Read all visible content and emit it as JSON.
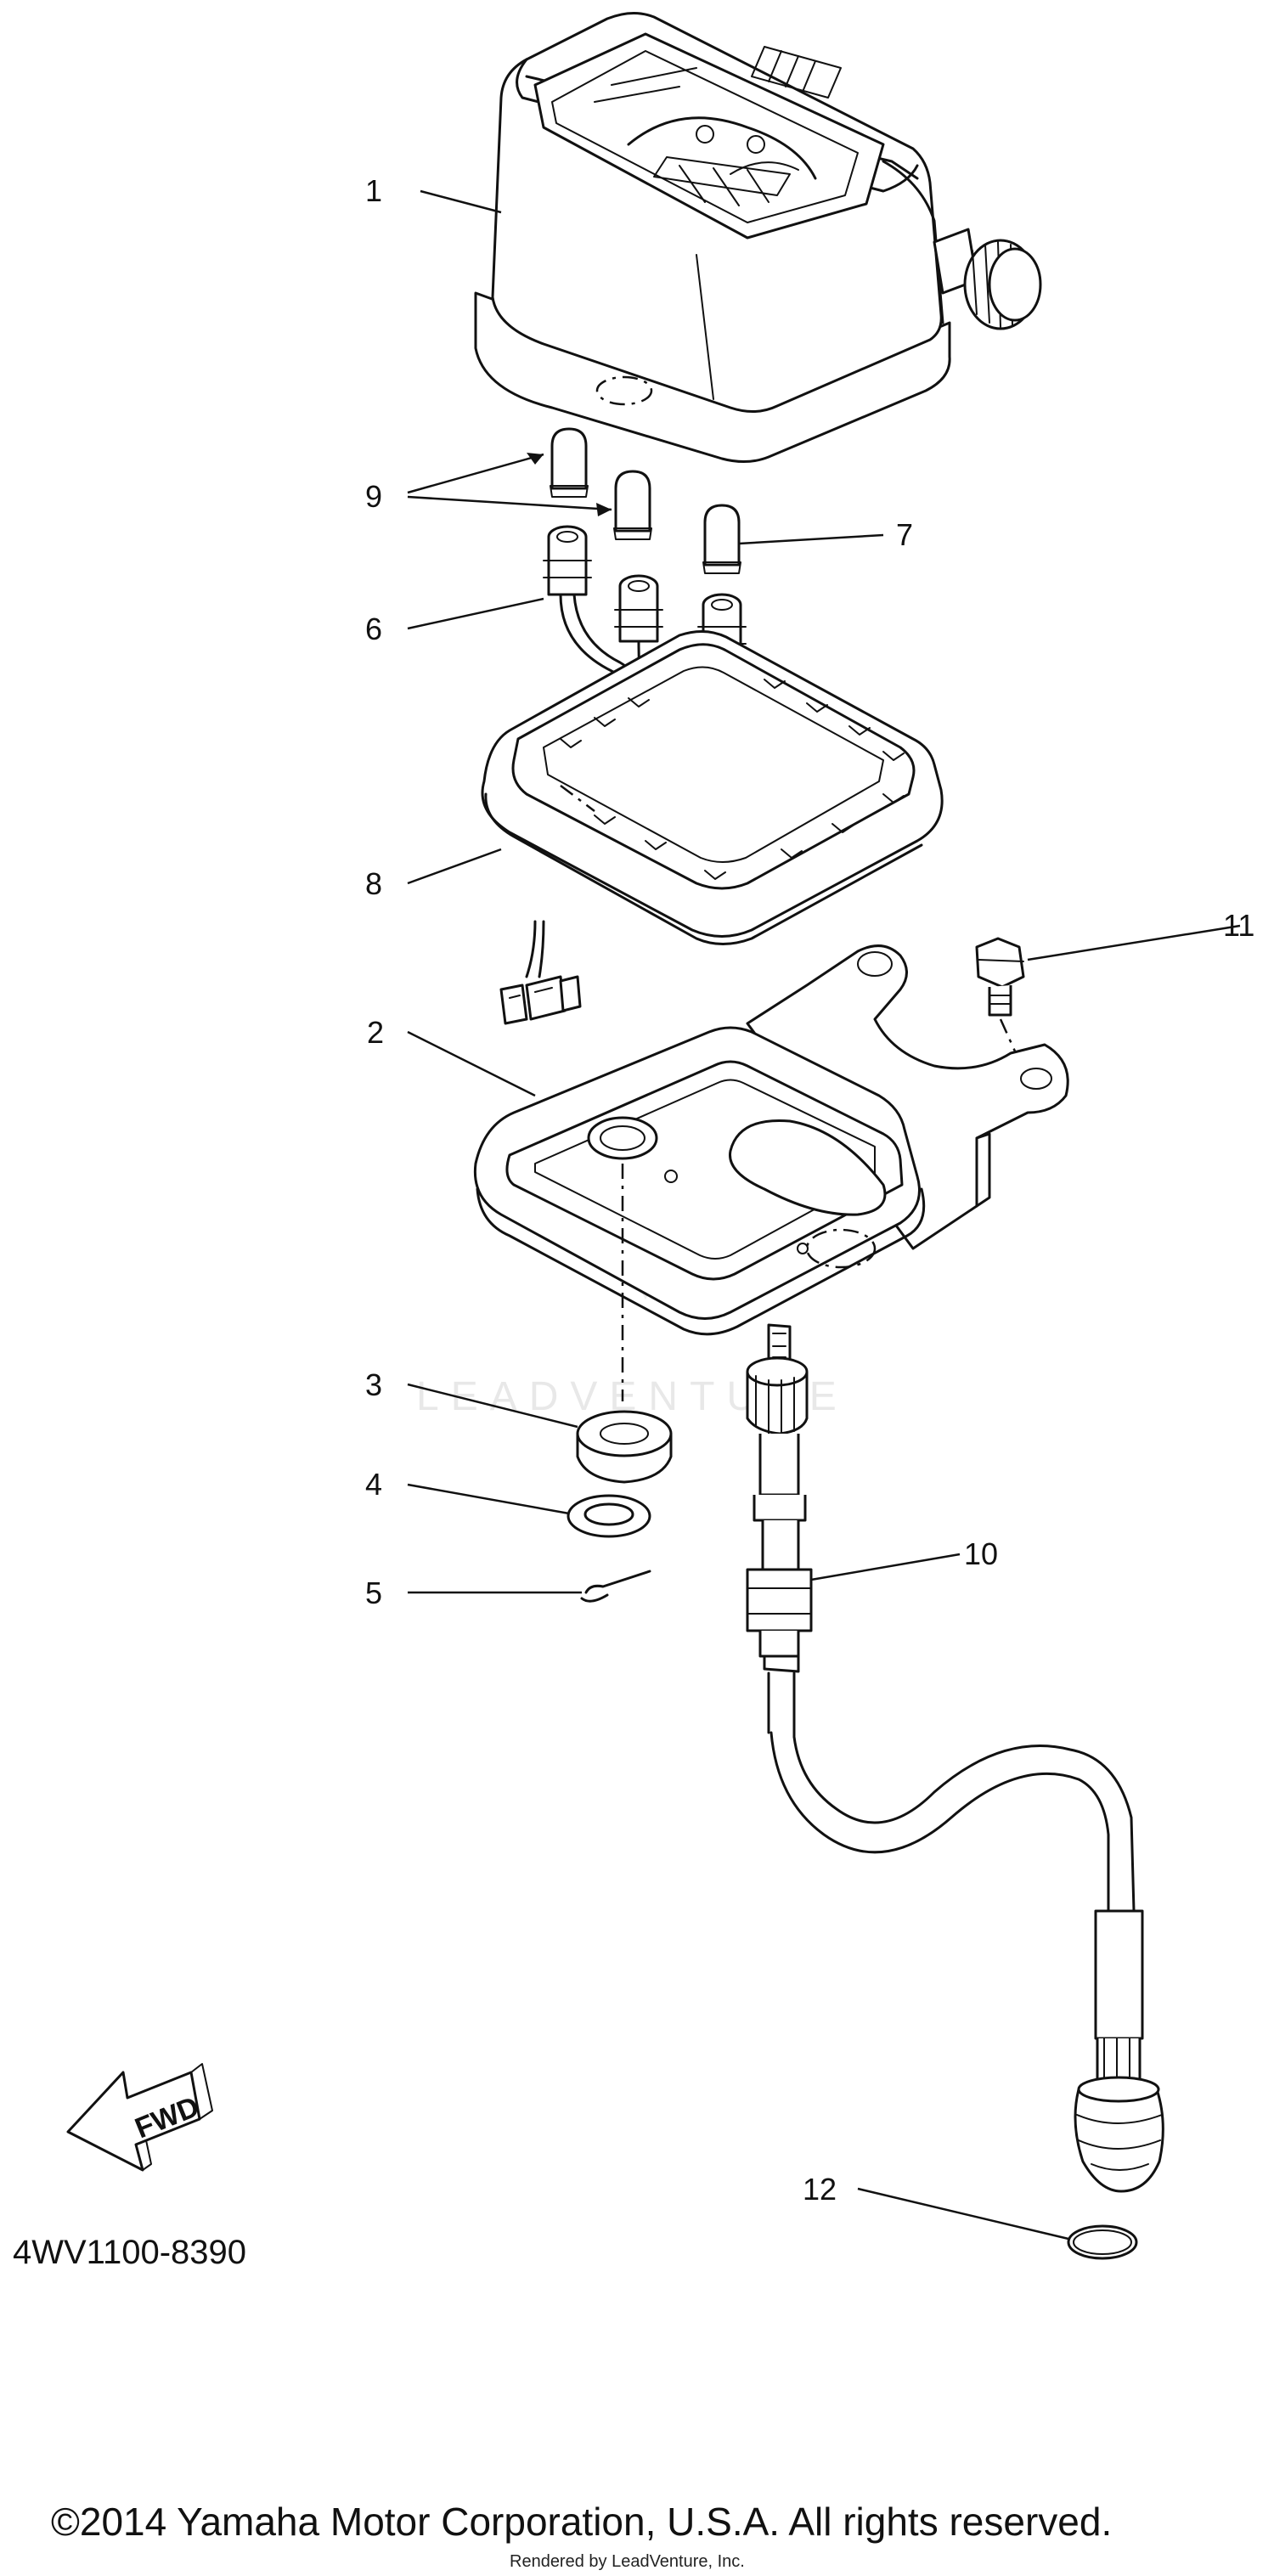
{
  "diagram": {
    "callouts": [
      {
        "id": "c1",
        "label": "1"
      },
      {
        "id": "c2",
        "label": "2"
      },
      {
        "id": "c3",
        "label": "3"
      },
      {
        "id": "c4",
        "label": "4"
      },
      {
        "id": "c5",
        "label": "5"
      },
      {
        "id": "c6",
        "label": "6"
      },
      {
        "id": "c7",
        "label": "7"
      },
      {
        "id": "c8",
        "label": "8"
      },
      {
        "id": "c9",
        "label": "9"
      },
      {
        "id": "c10",
        "label": "10"
      },
      {
        "id": "c11",
        "label": "11"
      },
      {
        "id": "c12",
        "label": "12"
      }
    ],
    "part_code": "4WV1100-8390",
    "fwd_label": "FWD",
    "watermark": "LEADVENTURE",
    "copyright": "©2014 Yamaha Motor Corporation, U.S.A. All rights reserved.",
    "rendered_by": "Rendered by LeadVenture, Inc."
  }
}
